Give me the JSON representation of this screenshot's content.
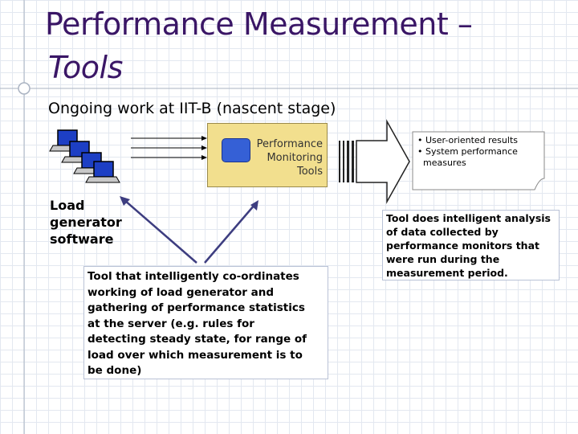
{
  "slide": {
    "title_line1": "Performance Measurement –",
    "title_line2": "Tools",
    "subtitle": "Ongoing work at IIT-B (nascent stage)"
  },
  "monitor": {
    "label_lines": [
      "Performance",
      "Monitoring",
      "Tools"
    ]
  },
  "results_note": {
    "lines": [
      "• User-oriented results",
      "• System performance",
      "  measures"
    ]
  },
  "load_generator": {
    "label_lines": [
      "Load",
      "generator",
      "software"
    ]
  },
  "coordination_tool": {
    "lines": [
      "Tool that intelligently co-ordinates",
      "working of load generator and",
      "gathering of performance statistics",
      "at the server (e.g. rules for",
      "detecting steady state, for range of",
      "load over which measurement is to",
      "be done)"
    ]
  },
  "analysis_tool": {
    "lines": [
      "Tool does intelligent analysis",
      "of data collected by",
      "performance monitors that",
      "were run during the",
      "measurement period."
    ]
  },
  "colors": {
    "title": "#3a1666",
    "monitor_fill": "#f2df8e",
    "monitor_icon": "#3560d6",
    "grid": "#e3e8f0"
  }
}
